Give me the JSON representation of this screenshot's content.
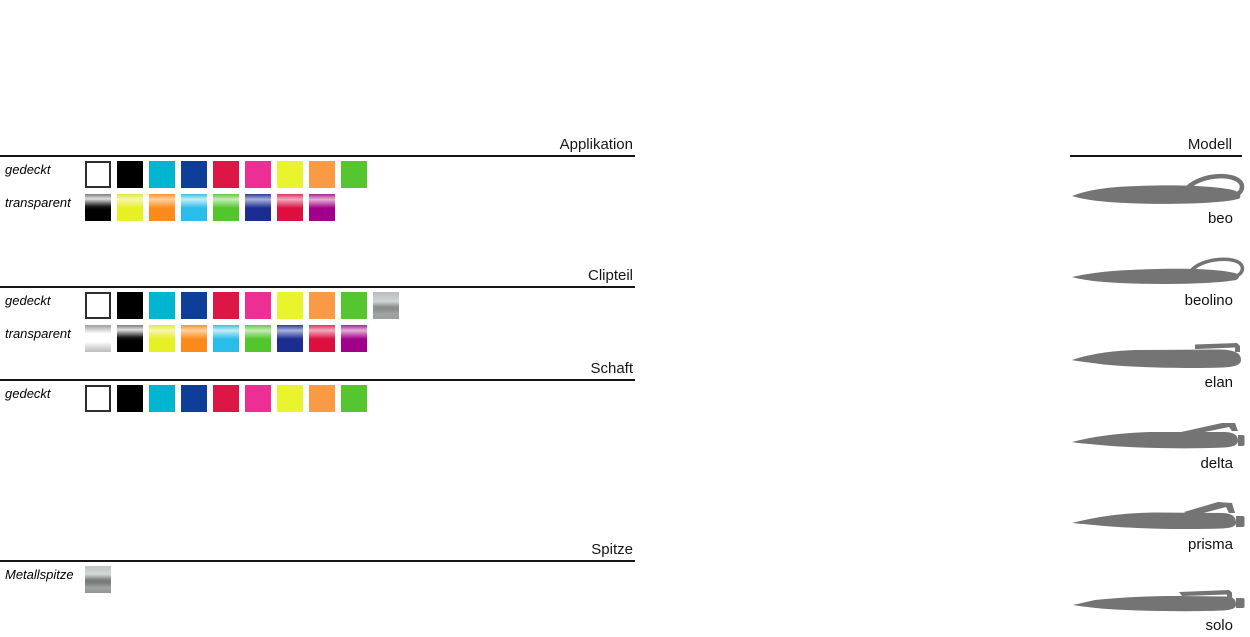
{
  "sections": [
    {
      "title": "Applikation",
      "rows": [
        {
          "label": "gedeckt",
          "swatches": [
            {
              "name": "white",
              "css": "#ffffff",
              "border": true
            },
            {
              "name": "black",
              "css": "#000000"
            },
            {
              "name": "cyan",
              "css": "#00b5cf"
            },
            {
              "name": "blue",
              "css": "#0d3f98"
            },
            {
              "name": "red",
              "css": "#dc1745"
            },
            {
              "name": "pink",
              "css": "#ec2e95"
            },
            {
              "name": "yellow",
              "css": "#eaf42e"
            },
            {
              "name": "orange",
              "css": "#fa9a45"
            },
            {
              "name": "green",
              "css": "#55c62f"
            }
          ]
        },
        {
          "label": "transparent",
          "swatches": [
            {
              "name": "black-transparent",
              "css": "linear-gradient(to bottom, #7d7d7d 0%, #e0e0e0 18%, #1a1a1a 46%, #000000 58%, #000000 100%)"
            },
            {
              "name": "yellow-transparent",
              "css": "linear-gradient(to bottom, #e3e93c 0%, #f7f6ae 20%, #e7ef25 52%, #e7ef25 100%)"
            },
            {
              "name": "orange-transparent",
              "css": "linear-gradient(to bottom, #fa9329 0%, #fdd2a0 20%, #fa8b1a 52%, #fa8b1a 100%)"
            },
            {
              "name": "cyan-transparent",
              "css": "linear-gradient(to bottom, #35c1e4 0%, #c6edf8 20%, #2bbde9 52%, #2bbde9 100%)"
            },
            {
              "name": "green-transparent",
              "css": "linear-gradient(to bottom, #62ca43 0%, #c4eeb7 20%, #52c62c 52%, #52c62c 100%)"
            },
            {
              "name": "blue-transparent",
              "css": "linear-gradient(to bottom, #2d3a9d 0%, #aab3d9 20%, #1c2d91 52%, #1c2d91 100%)"
            },
            {
              "name": "red-transparent",
              "css": "linear-gradient(to bottom, #dd3560 0%, #f2abc0 20%, #dc0f3e 52%, #dc0f3e 100%)"
            },
            {
              "name": "purple-transparent",
              "css": "linear-gradient(to bottom, #aa2394 0%, #e4b0d7 20%, #a1018a 52%, #a1018a 100%)"
            }
          ]
        }
      ]
    },
    {
      "title": "Clipteil",
      "rows": [
        {
          "label": "gedeckt",
          "swatches": [
            {
              "name": "white",
              "css": "#ffffff",
              "border": true
            },
            {
              "name": "black",
              "css": "#000000"
            },
            {
              "name": "cyan",
              "css": "#00b5cf"
            },
            {
              "name": "blue",
              "css": "#0d3f98"
            },
            {
              "name": "red",
              "css": "#dc1745"
            },
            {
              "name": "pink",
              "css": "#ec2e95"
            },
            {
              "name": "yellow",
              "css": "#eaf42e"
            },
            {
              "name": "orange",
              "css": "#fa9a45"
            },
            {
              "name": "green",
              "css": "#55c62f"
            },
            {
              "name": "silver",
              "css": "linear-gradient(to bottom, #b9bcbc 0%, #d2d5d5 35%, #8a8e8d 55%, #8a8e8d 64%, #a0a4a3 82%, #9ba09f 100%)"
            }
          ]
        },
        {
          "label": "transparent",
          "swatches": [
            {
              "name": "clear-transparent",
              "css": "linear-gradient(to bottom, #9f9f9f 0%, #ffffff 32%, #ffffff 62%, #cfcfcf 88%, #bdbdbd 100%)"
            },
            {
              "name": "black-transparent",
              "css": "linear-gradient(to bottom, #7d7d7d 0%, #e0e0e0 18%, #1a1a1a 46%, #000000 58%, #000000 100%)"
            },
            {
              "name": "yellow-transparent",
              "css": "linear-gradient(to bottom, #e3e93c 0%, #f7f6ae 20%, #e7ef25 52%, #e7ef25 100%)"
            },
            {
              "name": "orange-transparent",
              "css": "linear-gradient(to bottom, #fa9329 0%, #fdd2a0 20%, #fa8b1a 52%, #fa8b1a 100%)"
            },
            {
              "name": "cyan-transparent",
              "css": "linear-gradient(to bottom, #35c1e4 0%, #c6edf8 20%, #2bbde9 52%, #2bbde9 100%)"
            },
            {
              "name": "green-transparent",
              "css": "linear-gradient(to bottom, #62ca43 0%, #c4eeb7 20%, #52c62c 52%, #52c62c 100%)"
            },
            {
              "name": "blue-transparent",
              "css": "linear-gradient(to bottom, #2d3a9d 0%, #aab3d9 20%, #1c2d91 52%, #1c2d91 100%)"
            },
            {
              "name": "red-transparent",
              "css": "linear-gradient(to bottom, #dd3560 0%, #f2abc0 20%, #dc0f3e 52%, #dc0f3e 100%)"
            },
            {
              "name": "purple-transparent",
              "css": "linear-gradient(to bottom, #aa2394 0%, #e4b0d7 20%, #a1018a 52%, #a1018a 100%)"
            }
          ]
        }
      ]
    },
    {
      "title": "Schaft",
      "rows": [
        {
          "label": "gedeckt",
          "swatches": [
            {
              "name": "white",
              "css": "#ffffff",
              "border": true
            },
            {
              "name": "black",
              "css": "#000000"
            },
            {
              "name": "cyan",
              "css": "#00b5cf"
            },
            {
              "name": "blue",
              "css": "#0d3f98"
            },
            {
              "name": "red",
              "css": "#dc1745"
            },
            {
              "name": "pink",
              "css": "#ec2e95"
            },
            {
              "name": "yellow",
              "css": "#eaf42e"
            },
            {
              "name": "orange",
              "css": "#fa9a45"
            },
            {
              "name": "green",
              "css": "#55c62f"
            }
          ]
        }
      ]
    },
    {
      "title": "Spitze",
      "rows": [
        {
          "label": "Metallspitze",
          "swatches": [
            {
              "name": "metal-silver",
              "css": "linear-gradient(to bottom, #c0c3c3 0%, #d5d8d8 30%, #787c7b 52%, #787c7b 62%, #a0a4a3 80%, #919594 100%)"
            }
          ]
        }
      ]
    }
  ],
  "models": {
    "title": "Modell",
    "items": [
      {
        "name": "beo"
      },
      {
        "name": "beolino"
      },
      {
        "name": "elan"
      },
      {
        "name": "delta"
      },
      {
        "name": "prisma"
      },
      {
        "name": "solo"
      }
    ]
  },
  "colors": {
    "pen_silhouette": "#747474",
    "rule_line": "#161616"
  }
}
